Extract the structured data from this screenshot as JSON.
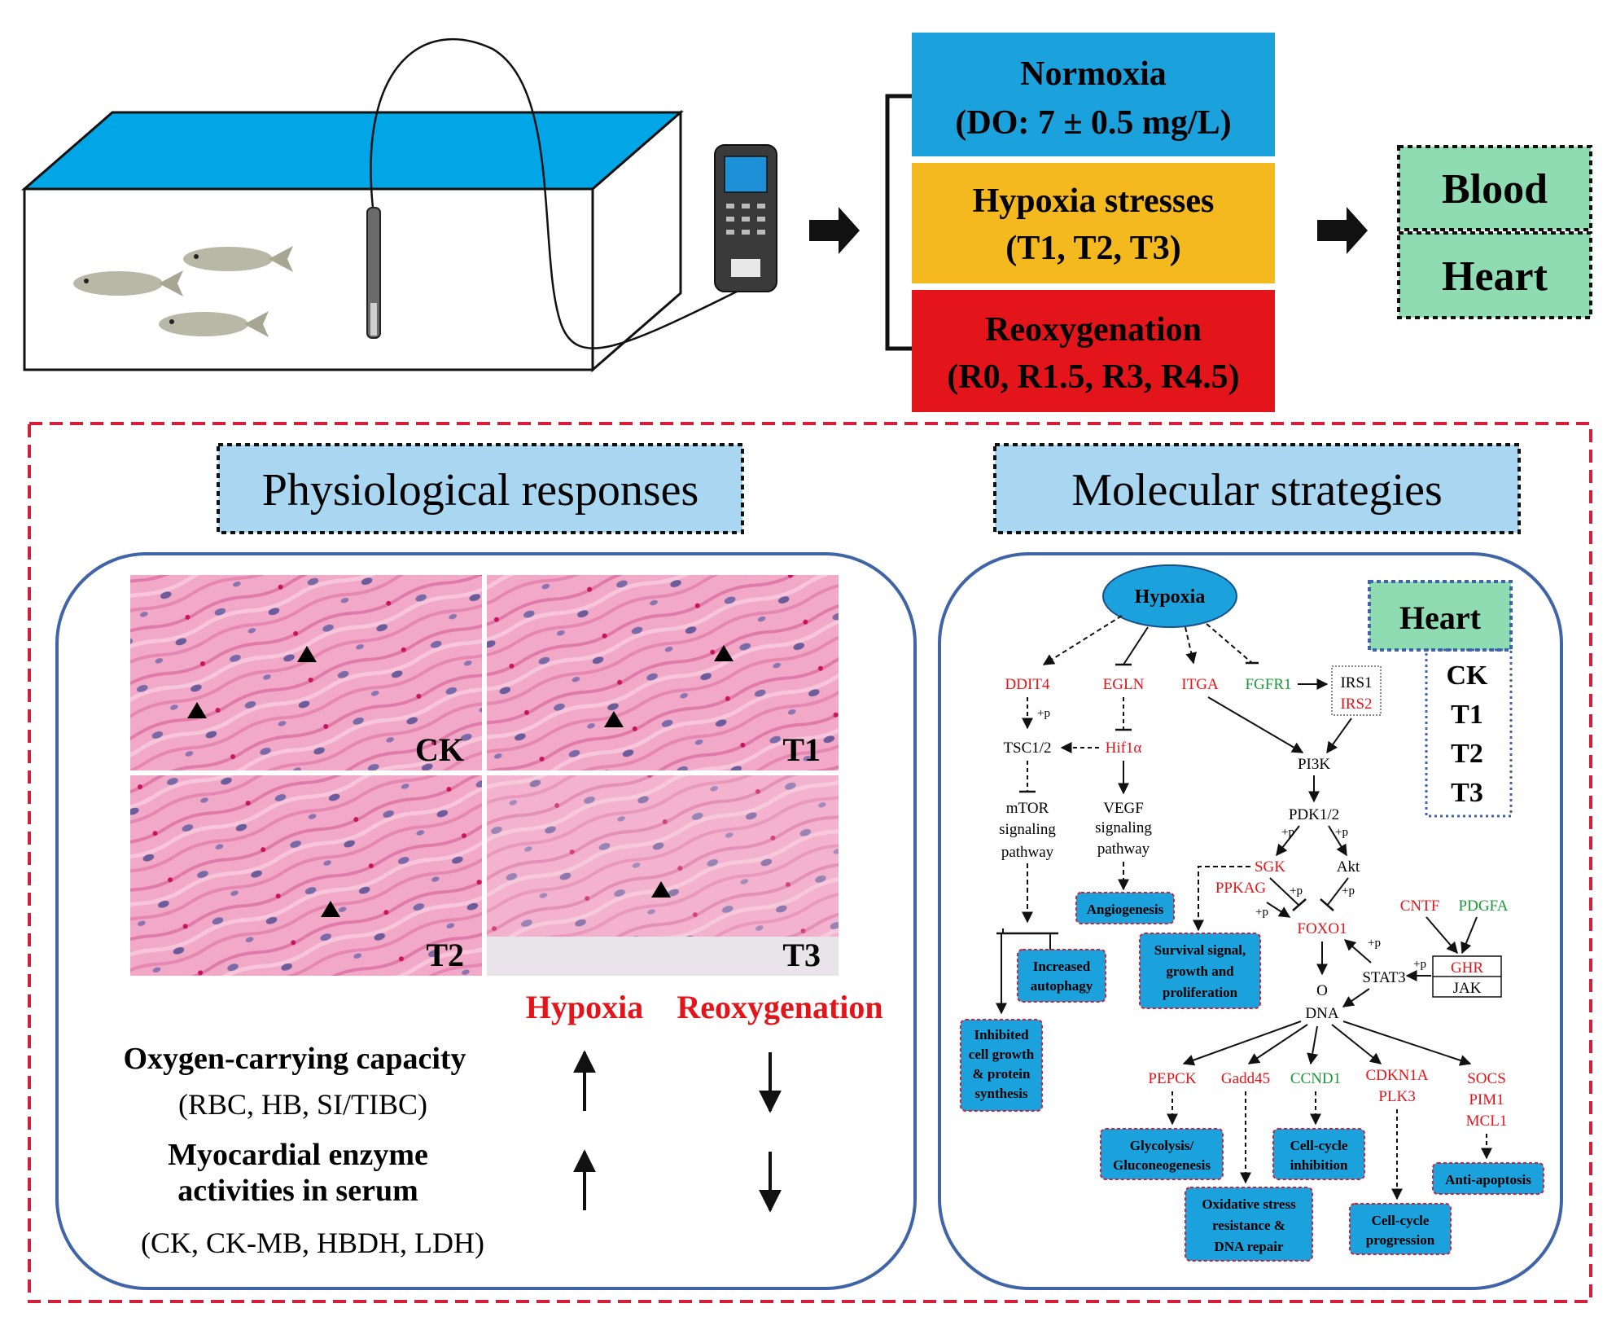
{
  "experiment": {
    "conditions": [
      {
        "title": "Normoxia",
        "detail": "(DO: 7 ± 0.5 mg/L)",
        "color": "#1ba1dc"
      },
      {
        "title": "Hypoxia stresses",
        "detail": "(T1, T2, T3)",
        "color": "#f3b91e"
      },
      {
        "title": "Reoxygenation",
        "detail": "(R0, R1.5, R3, R4.5)",
        "color": "#e3151a"
      }
    ],
    "samples": [
      "Blood",
      "Heart"
    ]
  },
  "physiological": {
    "heading": "Physiological responses",
    "panels": [
      "CK",
      "T1",
      "T2",
      "T3"
    ],
    "col_hypoxia": "Hypoxia",
    "col_reoxygenation": "Reoxygenation",
    "rows": [
      {
        "title": "Oxygen-carrying capacity",
        "title2": "",
        "detail": "(RBC, HB, SI/TIBC)",
        "hypoxia": "up",
        "reoxygenation": "down"
      },
      {
        "title": "Myocardial enzyme",
        "title2": "activities in serum",
        "detail": "(CK, CK-MB, HBDH, LDH)",
        "hypoxia": "up",
        "reoxygenation": "down"
      }
    ]
  },
  "molecular": {
    "heading": "Molecular strategies",
    "tissue": "Heart",
    "groups": [
      "CK",
      "T1",
      "T2",
      "T3"
    ],
    "root": "Hypoxia",
    "genes": {
      "ddit4": "DDIT4",
      "egln": "EGLN",
      "itga": "ITGA",
      "fgfr1": "FGFR1",
      "irs1": "IRS1",
      "irs2": "IRS2",
      "tsc": "TSC1/2",
      "hif": "Hif1α",
      "mtor1": "mTOR",
      "mtor2": "signaling",
      "mtor3": "pathway",
      "vegf1": "VEGF",
      "vegf2": "signaling",
      "vegf3": "pathway",
      "pi3k": "PI3K",
      "pdk": "PDK1/2",
      "sgk": "SGK",
      "akt": "Akt",
      "ppkag": "PPKAG",
      "foxo1": "FOXO1",
      "cntf": "CNTF",
      "pdgfa": "PDGFA",
      "ghr": "GHR",
      "jak": "JAK",
      "stat3": "STAT3",
      "o": "O",
      "dna": "DNA",
      "pepck": "PEPCK",
      "gadd45": "Gadd45",
      "ccnd1": "CCND1",
      "cdkn1a": "CDKN1A",
      "plk3": "PLK3",
      "socs": "SOCS",
      "pim1": "PIM1",
      "mcl1": "MCL1",
      "p": "+p"
    },
    "outcomes": {
      "angiogenesis": "Angiogenesis",
      "autophagy": [
        "Increased",
        "autophagy"
      ],
      "inhibited": [
        "Inhibited",
        "cell growth",
        "& protein",
        "synthesis"
      ],
      "survival": [
        "Survival signal,",
        "growth and",
        "proliferation"
      ],
      "glycolysis": [
        "Glycolysis/",
        "Gluconeogenesis"
      ],
      "oxidative": [
        "Oxidative stress",
        "resistance &",
        "DNA repair"
      ],
      "cc_inhibition": [
        "Cell-cycle",
        "inhibition"
      ],
      "cc_progression": [
        "Cell-cycle",
        "progression"
      ],
      "antiapoptosis": "Anti-apoptosis"
    },
    "colors": {
      "up": "#e3151a",
      "down": "#1a9a3a",
      "outcome": "#1ba1dc"
    }
  }
}
